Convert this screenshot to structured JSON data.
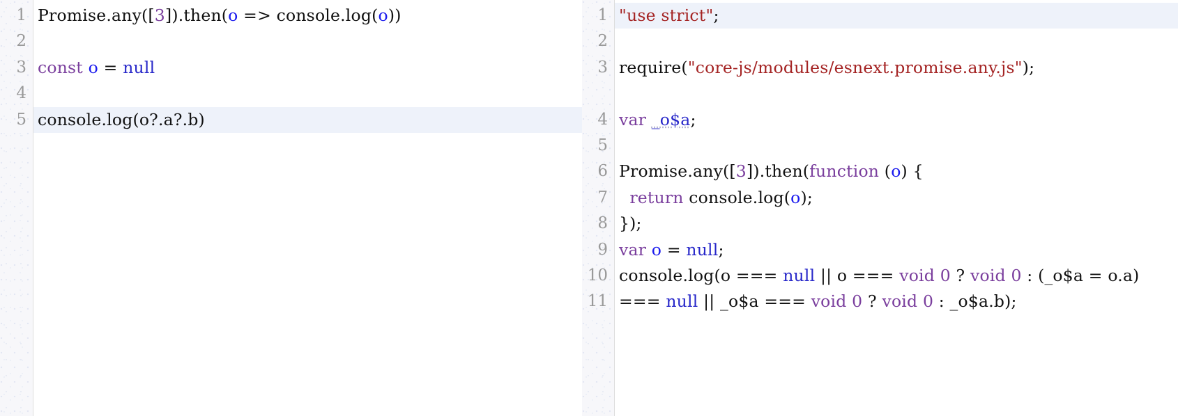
{
  "app": {
    "name": "babel-repl-split-view",
    "kind": "code-editor"
  },
  "theme": {
    "background": "#ffffff",
    "gutter_background": "#f7f7fa",
    "gutter_border": "#dddddd",
    "active_line_background": "#eef2fa",
    "line_number_color": "#999999",
    "text_color": "#000000",
    "keyword_color": "#7a3e9d",
    "string_color": "#a42323",
    "variable_color": "#1a1aee",
    "atom_color": "#2727c9",
    "number_color": "#7a3e9d"
  },
  "left_editor": {
    "name": "source-editor",
    "active_line": 5,
    "line_numbers": [
      "1",
      "2",
      "3",
      "4",
      "5"
    ],
    "lines": [
      {
        "number": "1",
        "text": "Promise.any([3]).then(o => console.log(o))",
        "tokens": [
          {
            "t": "Promise.any([",
            "c": "t-plain"
          },
          {
            "t": "3",
            "c": "t-num"
          },
          {
            "t": "]).then(",
            "c": "t-plain"
          },
          {
            "t": "o",
            "c": "t-var"
          },
          {
            "t": " => console.log(",
            "c": "t-plain"
          },
          {
            "t": "o",
            "c": "t-var"
          },
          {
            "t": "))",
            "c": "t-plain"
          }
        ]
      },
      {
        "number": "2",
        "text": "",
        "tokens": []
      },
      {
        "number": "3",
        "text": "const o = null",
        "tokens": [
          {
            "t": "const",
            "c": "t-kw"
          },
          {
            "t": " ",
            "c": "t-plain"
          },
          {
            "t": "o",
            "c": "t-var"
          },
          {
            "t": " = ",
            "c": "t-plain"
          },
          {
            "t": "null",
            "c": "t-atom"
          }
        ]
      },
      {
        "number": "4",
        "text": "",
        "tokens": []
      },
      {
        "number": "5",
        "text": "console.log(o?.a?.b)",
        "tokens": [
          {
            "t": "console.log(o?.a?.b)",
            "c": "t-plain"
          }
        ]
      }
    ]
  },
  "right_editor": {
    "name": "compiled-output-editor",
    "active_line": 1,
    "line_numbers": [
      "1",
      "2",
      "3",
      "4",
      "5",
      "6",
      "7",
      "8",
      "9",
      "10",
      "11"
    ],
    "lines": [
      {
        "number": "1",
        "text": "\"use strict\";",
        "tokens": [
          {
            "t": "\"use strict\"",
            "c": "t-str"
          },
          {
            "t": ";",
            "c": "t-plain"
          }
        ]
      },
      {
        "number": "2",
        "text": "",
        "tokens": []
      },
      {
        "number": "3",
        "text": "require(\"core-js/modules/esnext.promise.any.js\");",
        "wrap": 2,
        "tokens": [
          {
            "t": "require(",
            "c": "t-plain"
          },
          {
            "t": "\"core-js/modules/esnext.promise.any.js\"",
            "c": "t-str"
          },
          {
            "t": ");",
            "c": "t-plain"
          }
        ]
      },
      {
        "number": "4",
        "text": "",
        "tokens": []
      },
      {
        "number": "5",
        "text": "var _o$a;",
        "tokens": [
          {
            "t": "var",
            "c": "t-kw"
          },
          {
            "t": " ",
            "c": "t-plain"
          },
          {
            "t": "_o$a",
            "c": "t-def"
          },
          {
            "t": ";",
            "c": "t-plain"
          }
        ]
      },
      {
        "number": "6",
        "text": "",
        "tokens": []
      },
      {
        "number": "7",
        "text": "Promise.any([3]).then(function (o) {",
        "tokens": [
          {
            "t": "Promise.any([",
            "c": "t-plain"
          },
          {
            "t": "3",
            "c": "t-num"
          },
          {
            "t": "]).then(",
            "c": "t-plain"
          },
          {
            "t": "function",
            "c": "t-kw"
          },
          {
            "t": " (",
            "c": "t-plain"
          },
          {
            "t": "o",
            "c": "t-var"
          },
          {
            "t": ") {",
            "c": "t-plain"
          }
        ]
      },
      {
        "number": "8",
        "text": "  return console.log(o);",
        "tokens": [
          {
            "t": "  ",
            "c": "t-plain"
          },
          {
            "t": "return",
            "c": "t-kw"
          },
          {
            "t": " console.log(",
            "c": "t-plain"
          },
          {
            "t": "o",
            "c": "t-var"
          },
          {
            "t": ");",
            "c": "t-plain"
          }
        ]
      },
      {
        "number": "9",
        "text": "});",
        "tokens": [
          {
            "t": "});",
            "c": "t-plain"
          }
        ]
      },
      {
        "number": "10",
        "text": "var o = null;",
        "tokens": [
          {
            "t": "var",
            "c": "t-kw"
          },
          {
            "t": " ",
            "c": "t-plain"
          },
          {
            "t": "o",
            "c": "t-var"
          },
          {
            "t": " = ",
            "c": "t-plain"
          },
          {
            "t": "null",
            "c": "t-atom"
          },
          {
            "t": ";",
            "c": "t-plain"
          }
        ]
      },
      {
        "number": "11",
        "text": "console.log(o === null || o === void 0 ? void 0 : (_o$a = o.a) === null || _o$a === void 0 ? void 0 : _o$a.b);",
        "wrap": 3,
        "tokens": [
          {
            "t": "console.log(o === ",
            "c": "t-plain"
          },
          {
            "t": "null",
            "c": "t-atom"
          },
          {
            "t": " || o === ",
            "c": "t-plain"
          },
          {
            "t": "void",
            "c": "t-void"
          },
          {
            "t": " ",
            "c": "t-plain"
          },
          {
            "t": "0",
            "c": "t-num"
          },
          {
            "t": " ? ",
            "c": "t-plain"
          },
          {
            "t": "void",
            "c": "t-void"
          },
          {
            "t": " ",
            "c": "t-plain"
          },
          {
            "t": "0",
            "c": "t-num"
          },
          {
            "t": " : (_o$a = o.a) === ",
            "c": "t-plain"
          },
          {
            "t": "null",
            "c": "t-atom"
          },
          {
            "t": " || _o$a === ",
            "c": "t-plain"
          },
          {
            "t": "void",
            "c": "t-void"
          },
          {
            "t": " ",
            "c": "t-plain"
          },
          {
            "t": "0",
            "c": "t-num"
          },
          {
            "t": " ? ",
            "c": "t-plain"
          },
          {
            "t": "void",
            "c": "t-void"
          },
          {
            "t": " ",
            "c": "t-plain"
          },
          {
            "t": "0",
            "c": "t-num"
          },
          {
            "t": " : _o$a.b);",
            "c": "t-plain"
          }
        ]
      }
    ]
  }
}
